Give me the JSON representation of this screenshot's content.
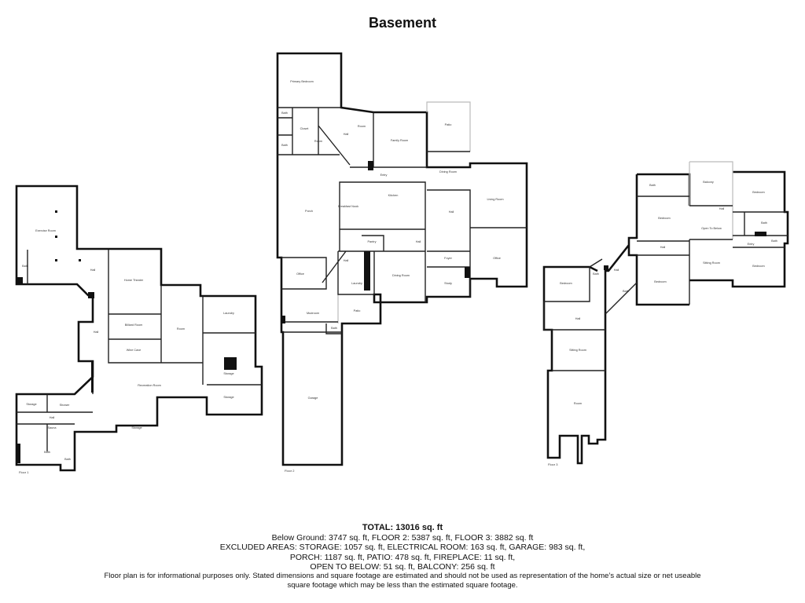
{
  "title": "Basement",
  "summary": {
    "total": "TOTAL: 13016 sq. ft",
    "lines": [
      "Below Ground: 3747 sq. ft, FLOOR 2: 5387 sq. ft, FLOOR 3: 3882 sq. ft",
      "EXCLUDED AREAS: STORAGE: 1057 sq. ft, ELECTRICAL ROOM: 163 sq. ft, GARAGE: 983 sq. ft,",
      "PORCH: 1187 sq. ft, PATIO: 478 sq. ft, FIREPLACE: 11 sq. ft,",
      "OPEN TO BELOW: 51 sq. ft, BALCONY: 256 sq. ft"
    ]
  },
  "disclaimer": "Floor plan is for informational purposes only. Stated dimensions and square footage are estimated and should not be used as representation of the home’s actual size or net useable square footage which may be less than the estimated square footage.",
  "floors": [
    {
      "label": "Floor 1",
      "rooms": [
        "Exercise Room",
        "Hall",
        "Home Theater",
        "Billiard Room",
        "Wine Cave",
        "Room",
        "Laundry",
        "Storage",
        "Storage",
        "Hall",
        "Recreation Room",
        "Storage",
        "Storage",
        "Shower",
        "Hall",
        "Sauna",
        "Bath",
        "Bath",
        "Bath"
      ]
    },
    {
      "label": "Floor 2",
      "rooms": [
        "Primary Bedroom",
        "Bath",
        "Bath",
        "Closet",
        "Room",
        "Hall",
        "Room",
        "Family Room",
        "Patio",
        "Entry",
        "Dining Room",
        "Porch",
        "Breakfast Nook",
        "Kitchen",
        "Living Room",
        "Hall",
        "Pantry",
        "Hall",
        "Foyer",
        "Office",
        "Study",
        "Hall",
        "Office",
        "Laundry",
        "Dining Room",
        "Mudroom",
        "Patio",
        "Bath",
        "Garage"
      ]
    },
    {
      "label": "Floor 3",
      "rooms": [
        "Bath",
        "Bedroom",
        "Balcony",
        "Hall",
        "Open To Below",
        "Sitting Room",
        "Bedroom",
        "Bath",
        "Bath",
        "Entry",
        "Bedroom",
        "Hall",
        "Hall",
        "Bath",
        "Bath",
        "Bedroom",
        "Bedroom",
        "Hall",
        "Sitting Room",
        "Room"
      ]
    }
  ]
}
